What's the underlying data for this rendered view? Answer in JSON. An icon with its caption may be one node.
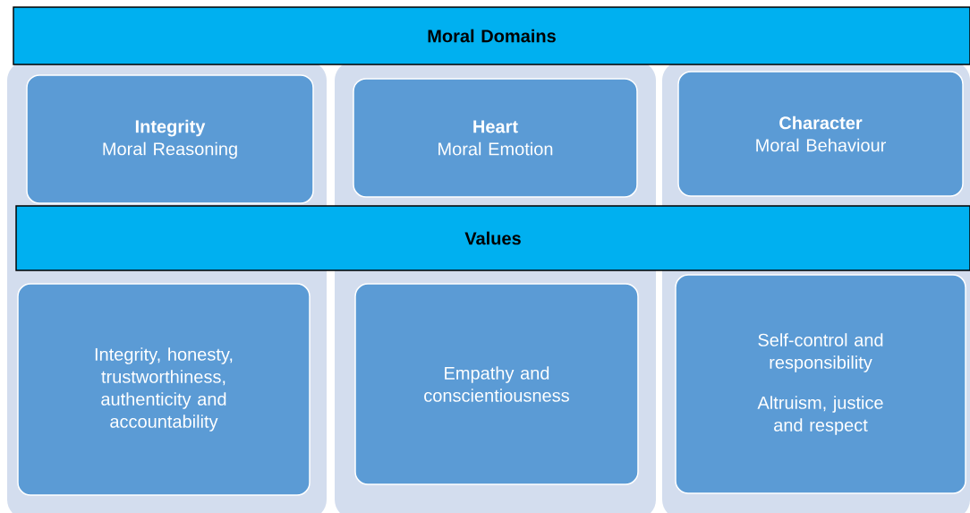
{
  "diagram": {
    "nodes": [
      {
        "text": [
          "Moral Domains"
        ]
      },
      {
        "text": [],
        "shape": "box"
      },
      {
        "text": [
          "Integrity",
          "Moral Reasoning"
        ],
        "in": 1
      },
      {
        "text": [],
        "shape": "box"
      },
      {
        "text": [
          "Heart",
          "Moral Emotion"
        ],
        "in": 3
      },
      {
        "text": [],
        "shape": "box"
      },
      {
        "text": [
          "Character",
          "Moral Behaviour"
        ],
        "in": 5
      },
      {
        "text": [
          "Values"
        ]
      },
      {
        "text": [
          "Integrity, honesty, trustworthiness, authenticity and accountability"
        ],
        "in": 1
      },
      {
        "text": [
          "Empathy and conscientiousness"
        ],
        "in": 3
      },
      {
        "text": [
          "Self-control and responsibility",
          "Altruism, justice and respect"
        ],
        "in": 5
      }
    ]
  }
}
